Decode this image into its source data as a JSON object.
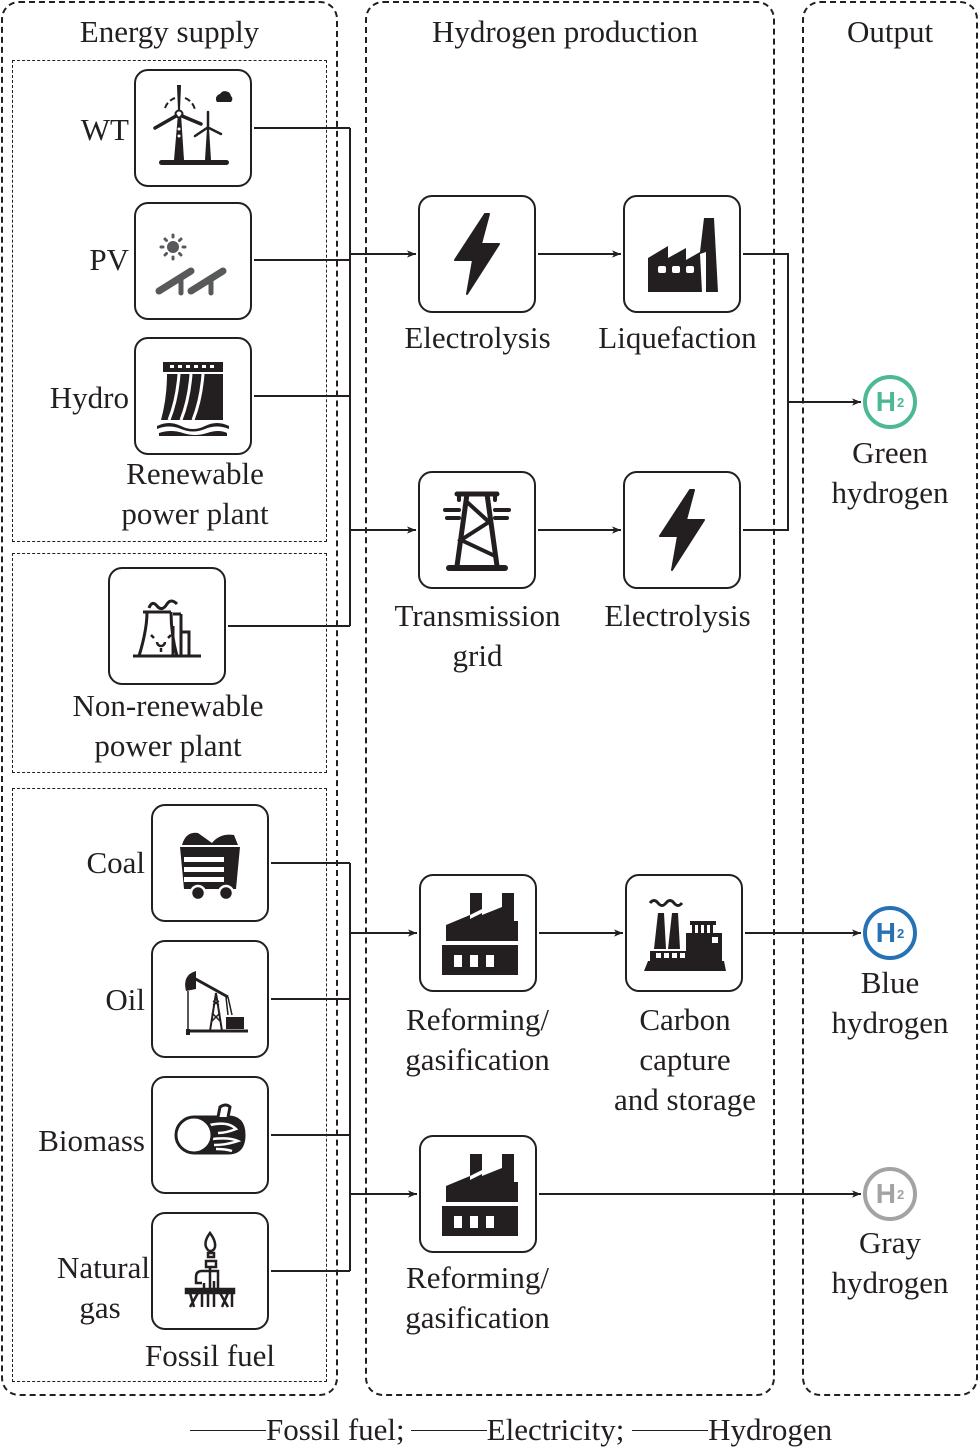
{
  "columns": {
    "energy_supply": "Energy supply",
    "hydrogen_production": "Hydrogen production",
    "output": "Output"
  },
  "energy_supply": {
    "renewable": {
      "group_label": [
        "Renewable",
        "power plant"
      ],
      "sources": [
        {
          "label": "WT",
          "icon": "wind-turbine-icon"
        },
        {
          "label": "PV",
          "icon": "solar-panel-icon"
        },
        {
          "label": "Hydro",
          "icon": "hydro-dam-icon"
        }
      ]
    },
    "non_renewable": {
      "group_label": [
        "Non-renewable",
        "power plant"
      ],
      "icon": "nuclear-plant-icon"
    },
    "fossil": {
      "group_label": "Fossil fuel",
      "sources": [
        {
          "label": "Coal",
          "icon": "coal-cart-icon"
        },
        {
          "label": "Oil",
          "icon": "oil-pump-icon"
        },
        {
          "label": "Biomass",
          "icon": "log-icon"
        },
        {
          "label": [
            "Natural",
            "gas"
          ],
          "icon": "gas-platform-icon"
        }
      ]
    }
  },
  "production": {
    "electrolysis_1": {
      "label": "Electrolysis",
      "icon": "lightning-icon"
    },
    "liquefaction": {
      "label": "Liquefaction",
      "icon": "factory-icon"
    },
    "transmission": {
      "label": [
        "Transmission",
        "grid"
      ],
      "icon": "power-tower-icon"
    },
    "electrolysis_2": {
      "label": "Electrolysis",
      "icon": "lightning-icon"
    },
    "reforming_1": {
      "label": [
        "Reforming/",
        "gasification"
      ],
      "icon": "industrial-plant-icon"
    },
    "ccs": {
      "label": [
        "Carbon",
        "capture",
        "and storage"
      ],
      "icon": "carbon-capture-plant-icon"
    },
    "reforming_2": {
      "label": [
        "Reforming/",
        "gasification"
      ],
      "icon": "industrial-plant-icon"
    }
  },
  "outputs": [
    {
      "symbol": "H",
      "subscript": "2",
      "label": [
        "Green",
        "hydrogen"
      ],
      "color": "#4db894"
    },
    {
      "symbol": "H",
      "subscript": "2",
      "label": [
        "Blue",
        "hydrogen"
      ],
      "color": "#2672b5"
    },
    {
      "symbol": "H",
      "subscript": "2",
      "label": [
        "Gray",
        "hydrogen"
      ],
      "color": "#a3a3a3"
    }
  ],
  "legend": [
    "Fossil fuel;",
    "Electricity;",
    "Hydrogen"
  ],
  "colors": {
    "line": "#231f20"
  }
}
